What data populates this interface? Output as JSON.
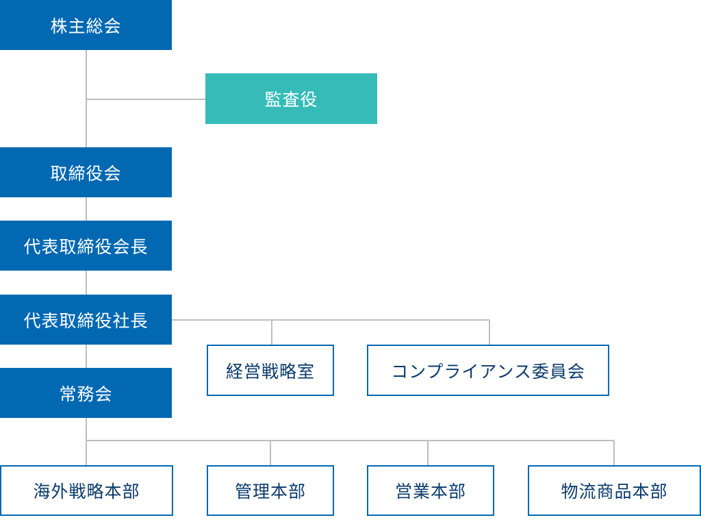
{
  "chart": {
    "shareholders": "株主総会",
    "auditor": "監査役",
    "board": "取締役会",
    "chairman": "代表取締役会長",
    "president": "代表取締役社長",
    "executive_committee": "常務会",
    "president_units": [
      "経営戦略室",
      "コンプライアンス委員会"
    ],
    "divisions": [
      "海外戦略本部",
      "管理本部",
      "営業本部",
      "物流商品本部"
    ]
  },
  "colors": {
    "main_box": "#0268b2",
    "auditor_box": "#36bbb9",
    "connector": "#bdbdbd"
  }
}
